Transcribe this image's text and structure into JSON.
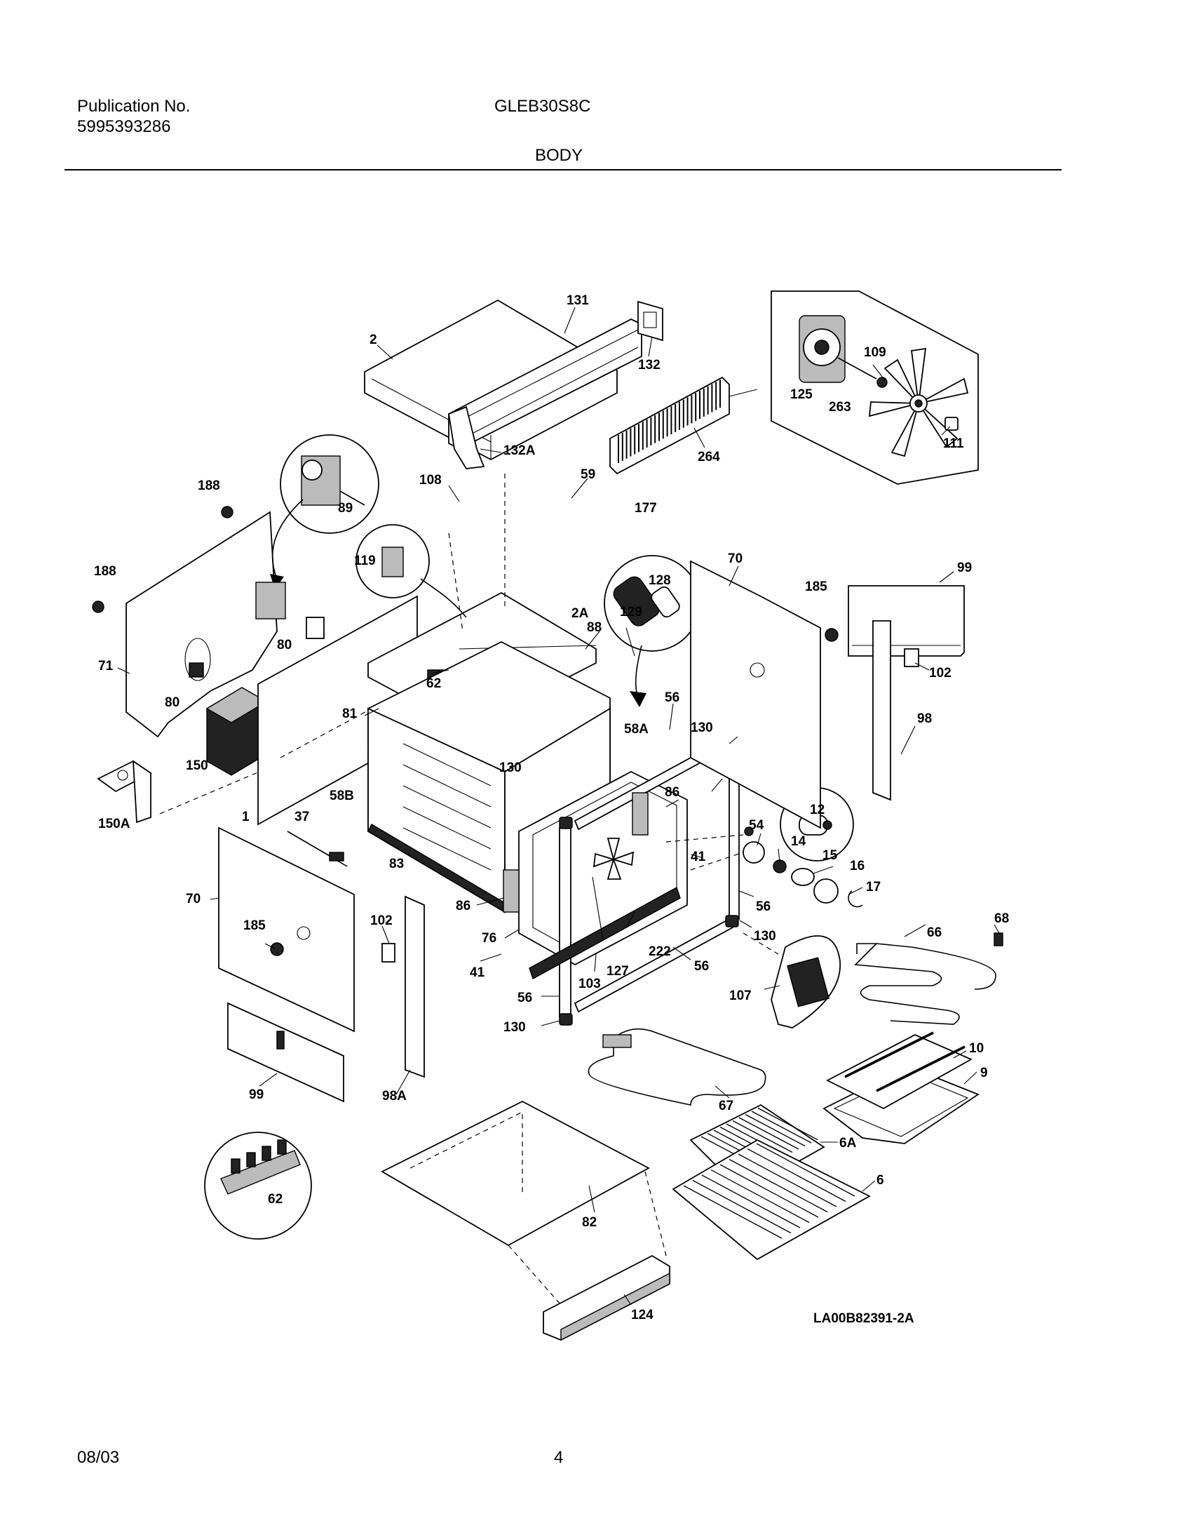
{
  "header": {
    "pub_label": "Publication No.",
    "pub_number": "5995393286",
    "model": "GLEB30S8C",
    "section": "BODY"
  },
  "footer": {
    "date": "08/03",
    "page": "4"
  },
  "diagram": {
    "code": "LA00B82391-2A",
    "labels": {
      "l131": "131",
      "l2": "2",
      "l132": "132",
      "l132A": "132A",
      "l125": "125",
      "l109": "109",
      "l263": "263",
      "l111": "111",
      "l264": "264",
      "l188a": "188",
      "l89": "89",
      "l108": "108",
      "l59": "59",
      "l177": "177",
      "l188b": "188",
      "l119": "119",
      "l128": "128",
      "l129": "129",
      "l2A": "2A",
      "l88": "88",
      "l70a": "70",
      "l185a": "185",
      "l99a": "99",
      "l71": "71",
      "l80a": "80",
      "l80b": "80",
      "l62a": "62",
      "l81": "81",
      "l58A": "58A",
      "l56a": "56",
      "l130a": "130",
      "l102a": "102",
      "l98": "98",
      "l150": "150",
      "l150A": "150A",
      "l1": "1",
      "l37": "37",
      "l58B": "58B",
      "l130b": "130",
      "l86a": "86",
      "l12": "12",
      "l54": "54",
      "l14": "14",
      "l15": "15",
      "l16": "16",
      "l17": "17",
      "l41a": "41",
      "l83": "83",
      "l70b": "70",
      "l185b": "185",
      "l102b": "102",
      "l86b": "86",
      "l76": "76",
      "l222": "222",
      "l56b": "56",
      "l130c": "130",
      "l66": "66",
      "l68": "68",
      "l41b": "41",
      "l127": "127",
      "l103": "103",
      "l56c": "56",
      "l107": "107",
      "l56d": "56",
      "l130d": "130",
      "l10": "10",
      "l9": "9",
      "l99b": "99",
      "l98A": "98A",
      "l67": "67",
      "l6A": "6A",
      "l6": "6",
      "l62b": "62",
      "l82": "82",
      "l124": "124"
    }
  }
}
